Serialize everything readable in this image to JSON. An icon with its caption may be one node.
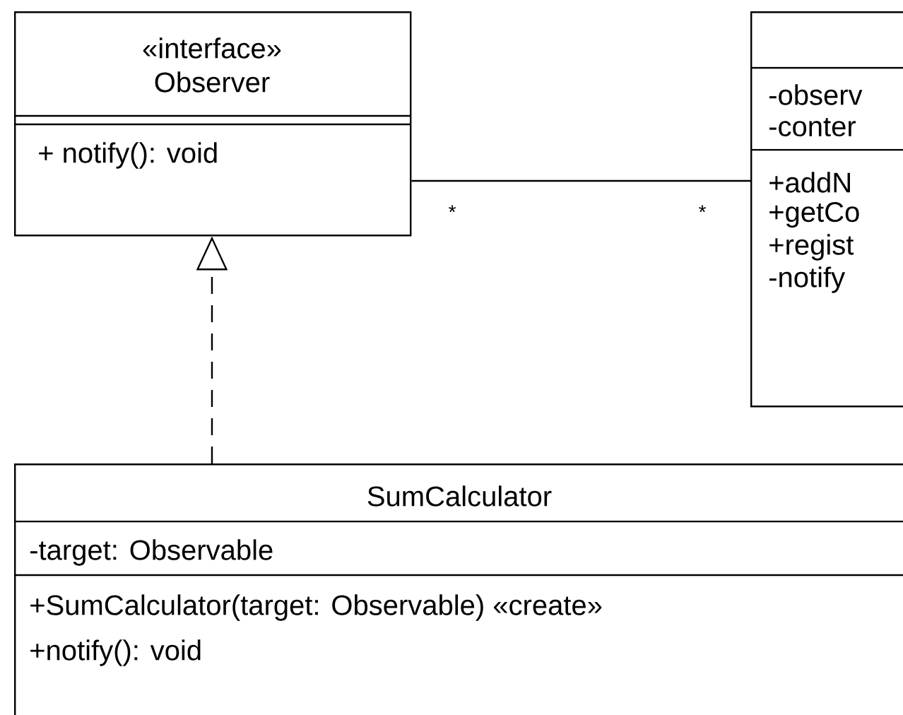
{
  "diagram": {
    "nodes": [
      {
        "text": [
          "«interface» Observer",
          "+ notify(): void"
        ]
      },
      {
        "text": [
          "-observ",
          "-conter",
          "+addN",
          "+getCo",
          "+regist",
          "-notify"
        ]
      },
      {
        "text": [
          "SumCalculator",
          "-target: Observable",
          "+SumCalculator(target: Observable) «create»",
          "+notify(): void"
        ]
      }
    ],
    "edges": [
      {
        "from": 0,
        "to": 1,
        "arrow": "none"
      },
      {
        "from": 2,
        "to": 0,
        "arrow": "to",
        "style": "dashed"
      }
    ],
    "labels": [
      "*",
      "*"
    ]
  }
}
